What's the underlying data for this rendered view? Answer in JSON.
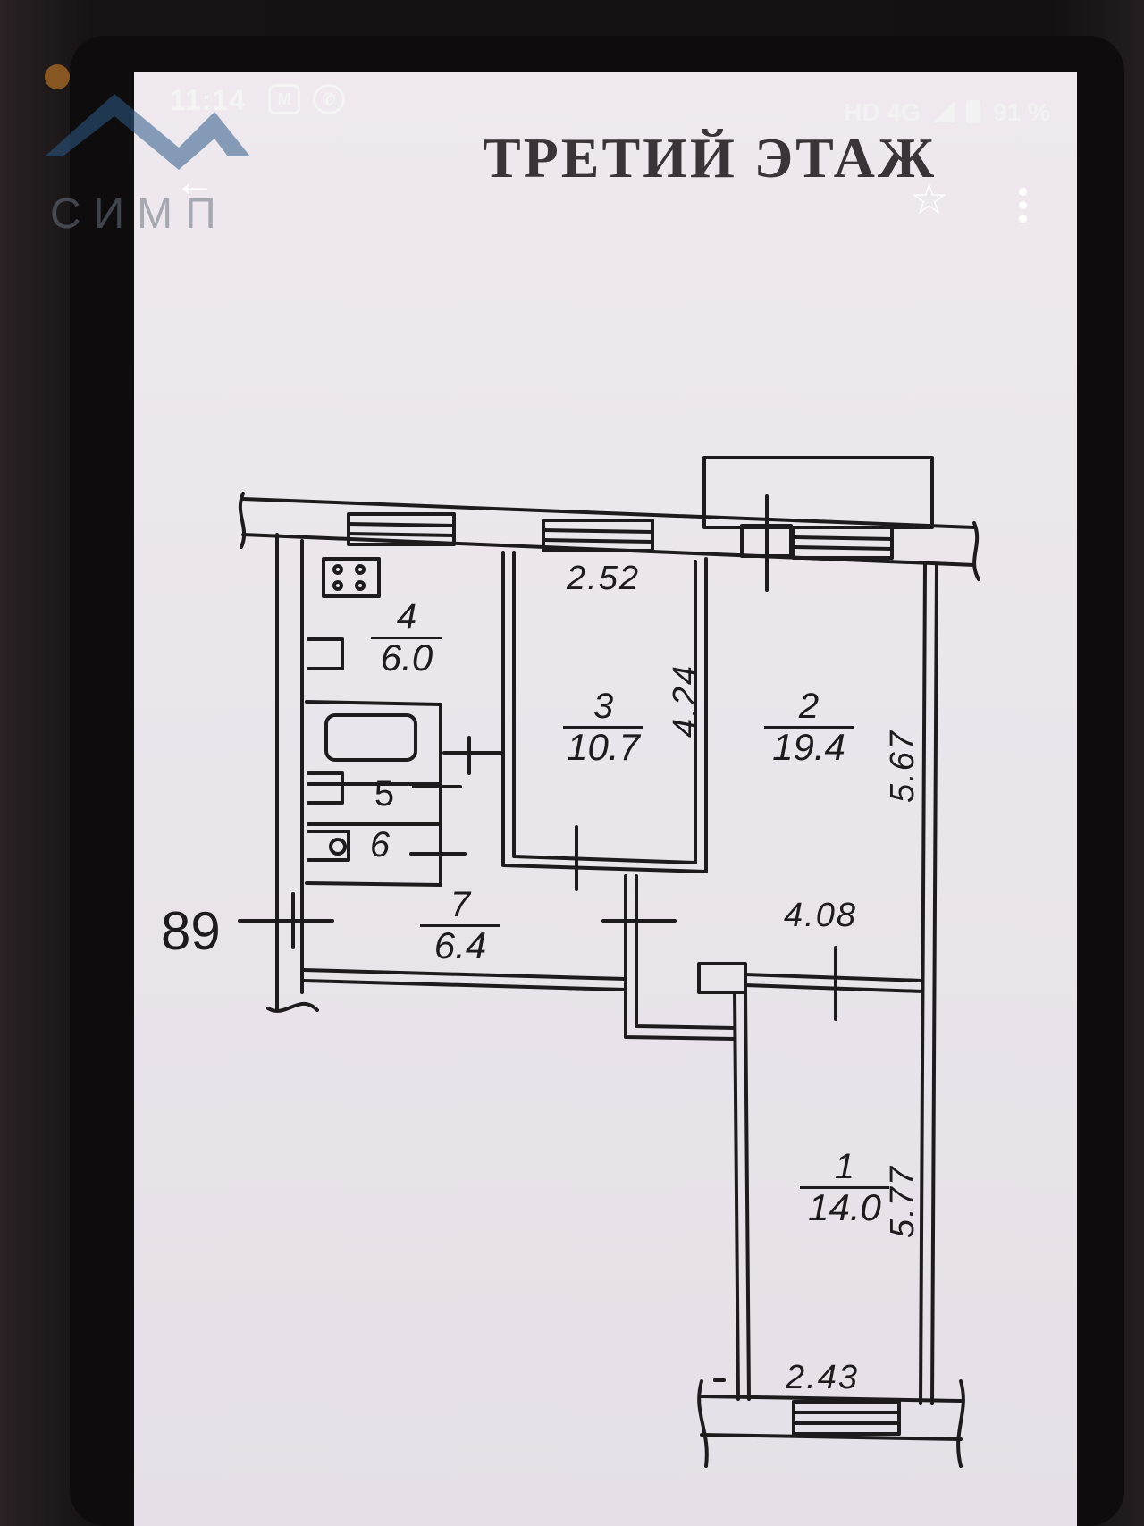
{
  "status_bar": {
    "time": "11:14",
    "network": "HD 4G",
    "battery": "91 %",
    "icons": [
      "mj-app-icon",
      "viber-icon",
      "signal-icon",
      "battery-icon"
    ]
  },
  "watermark": {
    "text": "СИМП",
    "accent_color": "#e08a2a",
    "logo_color": "#2d5b8a"
  },
  "toolbar": {
    "icons": [
      "back-arrow-icon",
      "star-icon",
      "more-vert-icon"
    ]
  },
  "document": {
    "heading": "ТРЕТИЙ ЭТАЖ",
    "side_number": "89",
    "rooms": [
      {
        "number": "1",
        "area": "14.0"
      },
      {
        "number": "2",
        "area": "19.4"
      },
      {
        "number": "3",
        "area": "10.7"
      },
      {
        "number": "4",
        "area": "6.0"
      },
      {
        "number": "5",
        "area": ""
      },
      {
        "number": "6",
        "area": ""
      },
      {
        "number": "7",
        "area": "6.4"
      }
    ],
    "dimensions": {
      "room3_width": "2.52",
      "room3_length": "4.24",
      "room2_length": "5.67",
      "room2_width": "4.08",
      "room1_length": "5.77",
      "room1_width": "2.43"
    }
  }
}
